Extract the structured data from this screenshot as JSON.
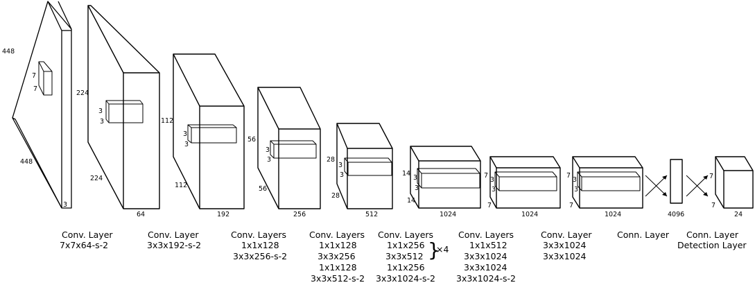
{
  "blocks": [
    {
      "id": "input",
      "dims": [
        "448",
        "448",
        "3"
      ],
      "kernel": [
        "7",
        "7"
      ],
      "labels": [
        "Conv. Layer",
        "7x7x64-s-2"
      ]
    },
    {
      "id": "b1",
      "dims": [
        "224",
        "224",
        "64"
      ],
      "kernel": [
        "3",
        "3"
      ],
      "labels": [
        "Conv. Layer",
        "3x3x192-s-2"
      ]
    },
    {
      "id": "b2",
      "dims": [
        "112",
        "112",
        "192"
      ],
      "kernel": [
        "3",
        "3"
      ],
      "labels": [
        "Conv. Layers",
        "1x1x128",
        "3x3x256-s-2"
      ]
    },
    {
      "id": "b3",
      "dims": [
        "56",
        "56",
        "256"
      ],
      "kernel": [
        "3",
        "3"
      ],
      "labels": [
        "Conv. Layers",
        "1x1x128",
        "3x3x256",
        "1x1x128",
        "3x3x512-s-2"
      ]
    },
    {
      "id": "b4",
      "dims": [
        "28",
        "28",
        "512"
      ],
      "kernel": [
        "3",
        "3"
      ],
      "labels": [
        "Conv. Layers",
        "1x1x256",
        "3x3x512",
        "1x1x256",
        "3x3x1024-s-2"
      ],
      "repeat": "×4"
    },
    {
      "id": "b5",
      "dims": [
        "14",
        "14",
        "1024"
      ],
      "kernel": [
        "3",
        "3"
      ],
      "labels": [
        "Conv. Layers",
        "1x1x512",
        "3x3x1024",
        "3x3x1024",
        "3x3x1024-s-2"
      ]
    },
    {
      "id": "b6",
      "dims": [
        "7",
        "7",
        "1024"
      ],
      "kernel": [
        "3",
        "3"
      ],
      "labels": [
        "Conv. Layer",
        "3x3x1024",
        "3x3x1024"
      ]
    },
    {
      "id": "b7",
      "dims": [
        "7",
        "7",
        "1024"
      ],
      "kernel": [
        "3",
        "3"
      ],
      "labels": [
        "Conn. Layer"
      ]
    },
    {
      "id": "fc",
      "dims": [
        "4096"
      ],
      "labels": [
        "Conn. Layer",
        "Detection Layer"
      ]
    },
    {
      "id": "out",
      "dims": [
        "7",
        "7",
        "24"
      ]
    }
  ]
}
